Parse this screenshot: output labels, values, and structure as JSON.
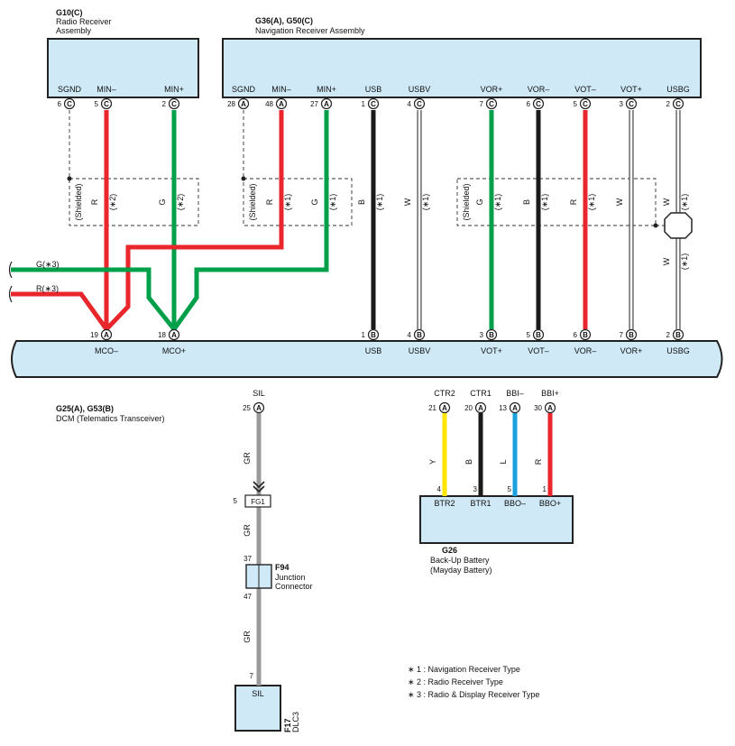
{
  "components": {
    "g10": {
      "code": "G10(C)",
      "name": [
        "Radio Receiver",
        "Assembly"
      ]
    },
    "g36": {
      "code": "G36(A), G50(C)",
      "name": "Navigation Receiver Assembly"
    },
    "dcm": {
      "code": "G25(A), G53(B)",
      "name": "DCM (Telematics Transceiver)"
    },
    "g26": {
      "code": "G26",
      "name": [
        "Back-Up Battery",
        "(Mayday Battery)"
      ]
    },
    "f94": {
      "code": "F94",
      "name": [
        "Junction",
        "Connector"
      ]
    },
    "f17": {
      "code": "F17",
      "name": "DLC3"
    }
  },
  "g10_pins": [
    {
      "pin": "6",
      "conn": "C",
      "label": "SGND"
    },
    {
      "pin": "5",
      "conn": "C",
      "label": "MIN–"
    },
    {
      "pin": "2",
      "conn": "C",
      "label": "MIN+"
    }
  ],
  "g36_pins": [
    {
      "pin": "28",
      "conn": "A",
      "label": "SGND"
    },
    {
      "pin": "48",
      "conn": "A",
      "label": "MIN–"
    },
    {
      "pin": "27",
      "conn": "A",
      "label": "MIN+"
    },
    {
      "pin": "1",
      "conn": "C",
      "label": "USB"
    },
    {
      "pin": "4",
      "conn": "C",
      "label": "USBV"
    },
    {
      "pin": "7",
      "conn": "C",
      "label": "VOR+"
    },
    {
      "pin": "6",
      "conn": "C",
      "label": "VOR–"
    },
    {
      "pin": "5",
      "conn": "C",
      "label": "VOT–"
    },
    {
      "pin": "3",
      "conn": "C",
      "label": "VOT+"
    },
    {
      "pin": "2",
      "conn": "C",
      "label": "USBG"
    }
  ],
  "dcm_top_pins": [
    {
      "pin": "19",
      "conn": "A",
      "label": "MCO–"
    },
    {
      "pin": "18",
      "conn": "A",
      "label": "MCO+"
    },
    {
      "pin": "1",
      "conn": "B",
      "label": "USB"
    },
    {
      "pin": "4",
      "conn": "B",
      "label": "USBV"
    },
    {
      "pin": "3",
      "conn": "B",
      "label": "VOT+"
    },
    {
      "pin": "5",
      "conn": "B",
      "label": "VOT–"
    },
    {
      "pin": "6",
      "conn": "B",
      "label": "VOR–"
    },
    {
      "pin": "7",
      "conn": "B",
      "label": "VOR+"
    },
    {
      "pin": "2",
      "conn": "B",
      "label": "USBG"
    }
  ],
  "dcm_bottom_pins": [
    {
      "pin": "25",
      "conn": "A",
      "label": "SIL"
    },
    {
      "pin": "21",
      "conn": "A",
      "label": "CTR2"
    },
    {
      "pin": "20",
      "conn": "A",
      "label": "CTR1"
    },
    {
      "pin": "13",
      "conn": "A",
      "label": "BBI–"
    },
    {
      "pin": "30",
      "conn": "A",
      "label": "BBI+"
    }
  ],
  "g26_pins": [
    {
      "pin": "4",
      "label": "BTR2"
    },
    {
      "pin": "3",
      "label": "BTR1"
    },
    {
      "pin": "5",
      "label": "BBO–"
    },
    {
      "pin": "1",
      "label": "BBO+"
    }
  ],
  "wire_colors": {
    "R": "R",
    "G": "G",
    "B": "B",
    "W": "W",
    "Y": "Y",
    "L": "L",
    "GR": "GR"
  },
  "shielded": "(Shielded)",
  "notes_marks": {
    "n1": "(∗1)",
    "n2": "(∗2)"
  },
  "left_wires": {
    "green": "G(∗3)",
    "red": "R(∗3)"
  },
  "fg1": {
    "pin": "5",
    "label": "FG1"
  },
  "f94_pins": {
    "top": "37",
    "bottom": "47"
  },
  "dlc3": {
    "pin": "7",
    "label": "SIL"
  },
  "legend": [
    "∗ 1 : Navigation Receiver Type",
    "∗ 2 : Radio Receiver Type",
    "∗ 3 : Radio & Display Receiver Type"
  ],
  "colors": {
    "red": "#e8262b",
    "green": "#00a04a",
    "black": "#1a1a1a",
    "yellow": "#ffe600",
    "blue": "#1aa1dc",
    "gray": "#9a9a9a",
    "box": "#cfe9f7"
  }
}
